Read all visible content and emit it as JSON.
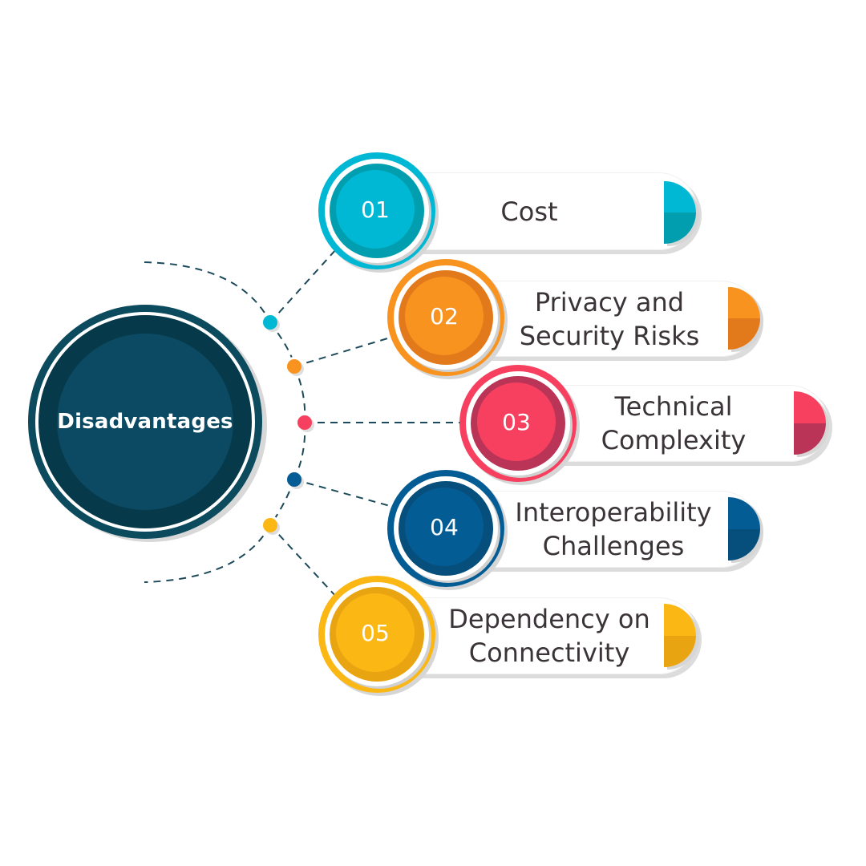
{
  "title": "Disadvantages",
  "colors": {
    "main_dark": "#06394a",
    "main_mid": "#0b4a62",
    "text": "#3a3438",
    "connector": "#1d4a5a"
  },
  "items": [
    {
      "number": "01",
      "label": "Cost",
      "color": "#00b8d4",
      "color_dark": "#009eaf"
    },
    {
      "number": "02",
      "label": "Privacy and Security Risks",
      "line1": "Privacy and",
      "line2": "Security Risks",
      "color": "#f7931e",
      "color_dark": "#e27a1c"
    },
    {
      "number": "03",
      "label": "Technical Complexity",
      "line1": "Technical",
      "line2": "Complexity",
      "color": "#f7405f",
      "color_dark": "#b93456"
    },
    {
      "number": "04",
      "label": "Interoperability Challenges",
      "line1": "Interoperability",
      "line2": "Challenges",
      "color": "#045c94",
      "color_dark": "#064f7c"
    },
    {
      "number": "05",
      "label": "Dependency on Connectivity",
      "line1": "Dependency on",
      "line2": "Connectivity",
      "color": "#fbb714",
      "color_dark": "#e9a412"
    }
  ]
}
